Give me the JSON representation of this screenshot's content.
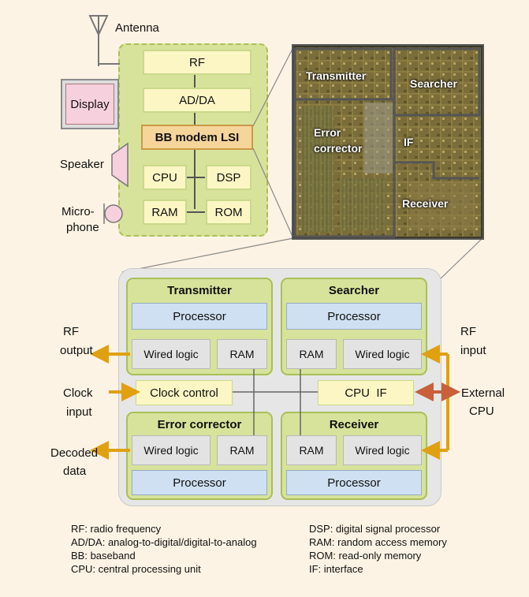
{
  "phone": {
    "antenna": "Antenna",
    "display": "Display",
    "speaker": "Speaker",
    "microphone_line1": "Micro-",
    "microphone_line2": "phone",
    "rf": "RF",
    "adda": "AD/DA",
    "bb_modem": "BB modem LSI",
    "cpu": "CPU",
    "dsp": "DSP",
    "ram": "RAM",
    "rom": "ROM"
  },
  "die": {
    "transmitter": "Transmitter",
    "searcher": "Searcher",
    "error_line1": "Error",
    "error_line2": "corrector",
    "if": "IF",
    "receiver": "Receiver"
  },
  "block": {
    "transmitter": {
      "title": "Transmitter",
      "processor": "Processor",
      "wired": "Wired logic",
      "ram": "RAM"
    },
    "searcher": {
      "title": "Searcher",
      "processor": "Processor",
      "wired": "Wired logic",
      "ram": "RAM"
    },
    "error": {
      "title": "Error corrector",
      "processor": "Processor",
      "wired": "Wired logic",
      "ram": "RAM"
    },
    "receiver": {
      "title": "Receiver",
      "processor": "Processor",
      "wired": "Wired logic",
      "ram": "RAM"
    },
    "clock_control": "Clock control",
    "cpu_if": "CPU  IF"
  },
  "io": {
    "rf_output_1": "RF",
    "rf_output_2": "output",
    "clock_input_1": "Clock",
    "clock_input_2": "input",
    "decoded_1": "Decoded",
    "decoded_2": "data",
    "rf_input_1": "RF",
    "rf_input_2": "input",
    "ext_cpu_1": "External",
    "ext_cpu_2": "CPU"
  },
  "legend_left": [
    "RF: radio frequency",
    "AD/DA: analog-to-digital/digital-to-analog",
    "BB: baseband",
    "CPU: central processing unit"
  ],
  "legend_right": [
    "DSP: digital signal processor",
    "RAM: random access memory",
    "ROM: read-only memory",
    "IF: interface"
  ],
  "colors": {
    "background": "#fdf3e4",
    "green_panel": "#d7e39b",
    "yellow_box": "#fcf6c4",
    "blue_box": "#cfe0f2",
    "orange_arrow": "#e0a010",
    "cpu_if_arrow": "#c8603a"
  }
}
